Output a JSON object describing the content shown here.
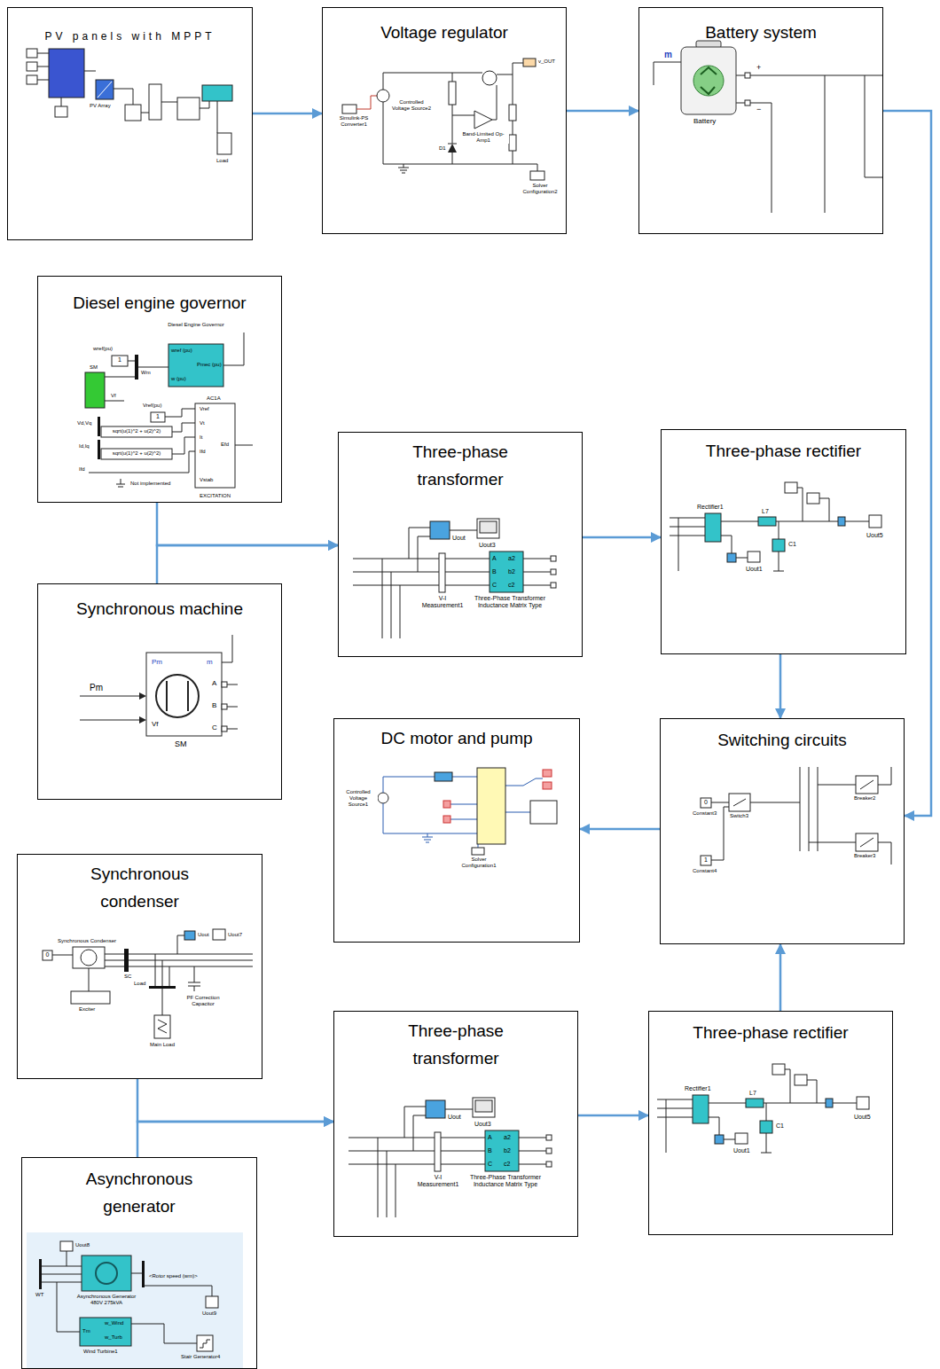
{
  "diagram": {
    "nodes": [
      {
        "text": [
          "PV panels with MPPT"
        ]
      },
      {
        "text": [
          "Voltage regulator"
        ]
      },
      {
        "text": [
          "Battery system"
        ]
      },
      {
        "text": [
          "Diesel engine governor"
        ]
      },
      {
        "text": [
          "Synchronous machine"
        ]
      },
      {
        "text": [
          "Three-phase transformer"
        ]
      },
      {
        "text": [
          "Three-phase rectifier"
        ]
      },
      {
        "text": [
          "DC motor and pump"
        ]
      },
      {
        "text": [
          "Switching circuits"
        ]
      },
      {
        "text": [
          "Synchronous condenser"
        ]
      },
      {
        "text": [
          "Three-phase transformer"
        ]
      },
      {
        "text": [
          "Three-phase rectifier"
        ]
      },
      {
        "text": [
          "Asynchronous generator"
        ]
      }
    ],
    "edges": [
      {
        "from": 0,
        "to": 1,
        "arrow": "to"
      },
      {
        "from": 1,
        "to": 2,
        "arrow": "to"
      },
      {
        "from": 2,
        "to": 8,
        "arrow": "to"
      },
      {
        "from": 3,
        "to": 5,
        "arrow": "to"
      },
      {
        "from": 4,
        "to": 5,
        "arrow": "to"
      },
      {
        "from": 5,
        "to": 6,
        "arrow": "to"
      },
      {
        "from": 6,
        "to": 8,
        "arrow": "to"
      },
      {
        "from": 8,
        "to": 7,
        "arrow": "to"
      },
      {
        "from": 9,
        "to": 10,
        "arrow": "to"
      },
      {
        "from": 12,
        "to": 10,
        "arrow": "to"
      },
      {
        "from": 10,
        "to": 11,
        "arrow": "to"
      },
      {
        "from": 11,
        "to": 8,
        "arrow": "to"
      }
    ],
    "labels": [
      "PV Array",
      "Load",
      "Controlled Voltage Source2",
      "Simulink-PS Converter1",
      "v_OUT",
      "Band-Limited Op-Amp1",
      "D1",
      "Solver Configuration2",
      "m",
      "+",
      "−",
      "Battery",
      "wref(pu)",
      "1",
      "Diesel Engine Governor",
      "wref (pu)",
      "Pmec (pu)",
      "w (pu)",
      "Wm",
      "SM",
      "Vf",
      "Vref(pu)",
      "1",
      "AC1A",
      "Vref",
      "Vt",
      "It",
      "Ifd",
      "Vstab",
      "Efd",
      "EXCITATION",
      "Vd,Vq",
      "sqrt(u(1)^2 + u(2)^2)",
      "Id,Iq",
      "sqrt(u(1)^2 + u(2)^2)",
      "Ifd",
      "Not implemented",
      "Pm",
      "Pm",
      "Vf",
      "m",
      "A",
      "B",
      "C",
      "SM",
      "Uout",
      "Uout3",
      "V-I Measurement1",
      "A",
      "B",
      "C",
      "a2",
      "b2",
      "c2",
      "Three-Phase Transformer Inductance Matrix Type",
      "Rectifier1",
      "L7",
      "C1",
      "Uout1",
      "Uout5",
      "Controlled Voltage Source1",
      "Solver Configuration1",
      "0",
      "Constant3",
      "Switch3",
      "1",
      "Constant4",
      "Breaker2",
      "Breaker3",
      "0",
      "Synchronous Condenser",
      "SC",
      "Uout",
      "Uout7",
      "Exciter",
      "Load",
      "PF Correction Capacitor",
      "Main Load",
      "Uout8",
      "Asynchronous Generator 480V 275kVA",
      "WT",
      "<Rotor speed (wm)>",
      "Uout9",
      "Tm",
      "w_Wind",
      "w_Turb",
      "Wind Turbine1",
      "Stair Generator4",
      "Uout",
      "Uout3",
      "V-I Measurement1",
      "A",
      "B",
      "C",
      "a2",
      "b2",
      "c2",
      "Three-Phase Transformer Inductance Matrix Type",
      "Rectifier1",
      "L7",
      "C1",
      "Uout1",
      "Uout5"
    ]
  }
}
